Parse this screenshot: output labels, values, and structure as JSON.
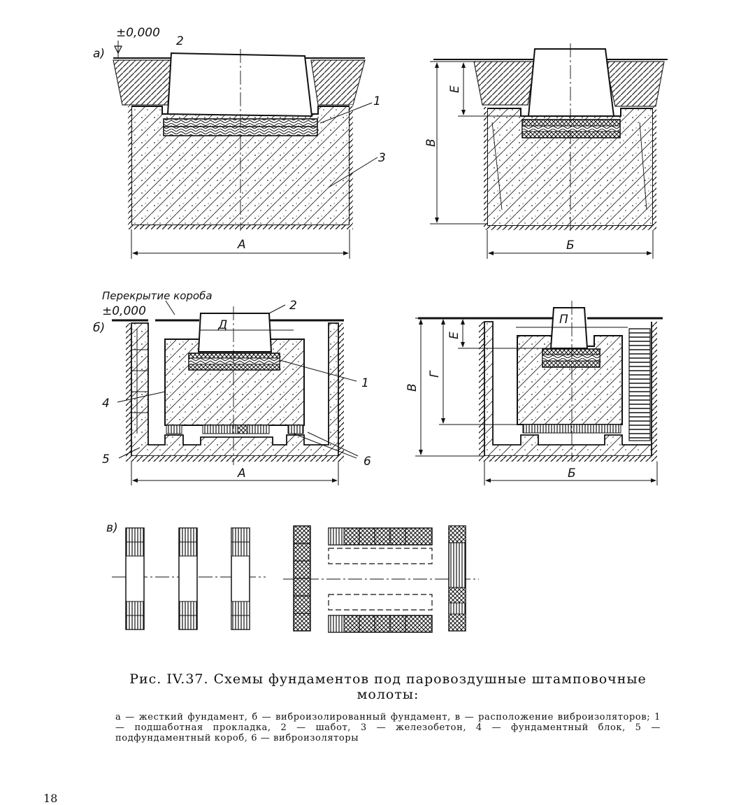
{
  "labels": {
    "part_a": "а)",
    "part_b": "б)",
    "part_v": "в)",
    "level_a": "±0,000",
    "level_b": "±0,000",
    "box_cover": "Перекрытие короба",
    "num_1": "1",
    "num_2": "2",
    "num_3": "3",
    "num_4": "4",
    "num_5": "5",
    "num_6": "6",
    "num_1b": "1",
    "num_2b": "2",
    "dim_A": "А",
    "dim_B": "Б",
    "dim_V": "В",
    "dim_E": "Е",
    "dim_A2": "А",
    "dim_B2": "Б",
    "dim_V2": "В",
    "dim_G": "Г",
    "dim_E2": "Е",
    "dim_D": "Д",
    "dim_P": "П"
  },
  "caption": {
    "title": "Рис. IV.37. Схемы фундаментов под паровоздушные штамповочные молоты:",
    "body": "а — жесткий фундамент, б — виброизолированный фундамент, в — расположение виброизоляторов; 1 — подшаботная прокладка, 2 — шабот, 3 — железобетон, 4 — фундаментный блок, 5 — подфундаментный короб, 6 — виброизоляторы"
  },
  "page_number": "18"
}
